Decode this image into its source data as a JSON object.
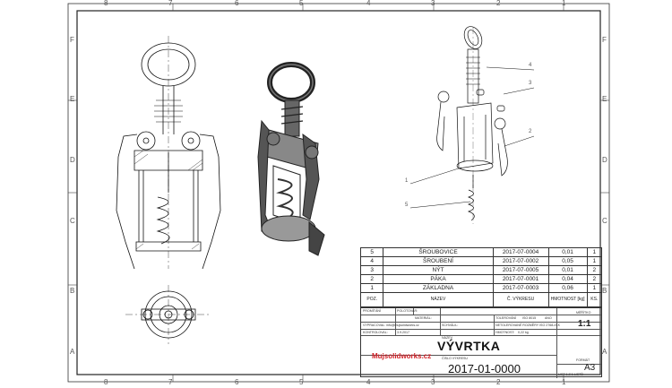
{
  "sheet": {
    "zones_top": [
      "8",
      "7",
      "6",
      "5",
      "4",
      "3",
      "2",
      "1"
    ],
    "zones_bottom": [
      "8",
      "7",
      "6",
      "5",
      "4",
      "3",
      "2",
      "1"
    ],
    "zones_left": [
      "F",
      "E",
      "D",
      "C",
      "B",
      "A"
    ],
    "zones_right": [
      "F",
      "E",
      "D",
      "C",
      "B",
      "A"
    ]
  },
  "balloons": [
    "1",
    "2",
    "3",
    "4",
    "5"
  ],
  "bom": {
    "rows": [
      {
        "pos": "5",
        "name": "ŠROUBOVICE",
        "dwg": "2017-07-0004",
        "mass": "0,01",
        "qty": "1"
      },
      {
        "pos": "4",
        "name": "ŠROUBENÍ",
        "dwg": "2017-07-0002",
        "mass": "0,05",
        "qty": "1"
      },
      {
        "pos": "3",
        "name": "NÝT",
        "dwg": "2017-07-0005",
        "mass": "0,01",
        "qty": "2"
      },
      {
        "pos": "2",
        "name": "PÁKA",
        "dwg": "2017-07-0001",
        "mass": "0,04",
        "qty": "2"
      },
      {
        "pos": "1",
        "name": "ZÁKLADNA",
        "dwg": "2017-07-0003",
        "mass": "0,06",
        "qty": "1"
      }
    ],
    "header": {
      "pos": "POZ.",
      "name": "NÁZEV",
      "dwg": "Č. VÝKRESU",
      "mass": "HMOTNOST [kg]",
      "qty": "KS."
    }
  },
  "title_block": {
    "promitani": "PROMÍTÁNÍ",
    "polotovar": "POLOTOVAR:",
    "material": "MATERIÁL:",
    "vypracoval": "VYPRACOVAL: ",
    "vypracoval_value": "info@mujsolidworks.cz",
    "schvalil": "SCHVÁLIL:",
    "kontroloval": "KONTROLOVAL:",
    "datum": "3.9.2017",
    "tolerovani": "TOLEROVÁNÍ",
    "tolerovani_value": "ISO 8015",
    "nazev_label": "NÁZEV",
    "netolerovane": "NETOLEROVANÉ ROZMĚRY ISO 2768-m-K",
    "hmotnost": "HMOTNOST:",
    "hmotnost_value": "0,22 kg",
    "meritko_label": "MĚŘÍTKO",
    "scale": "1:1",
    "title": "VÝVRTKA",
    "cislo_label": "ČÍSLO VÝKRESU",
    "drawing_number": "2017-01-0000",
    "format_label": "FORMÁT",
    "format": "A3",
    "list": "LIST 1 Z 1 LISTŮ",
    "logo": "Mujsolidworks.cz",
    "ano": "ANO"
  }
}
